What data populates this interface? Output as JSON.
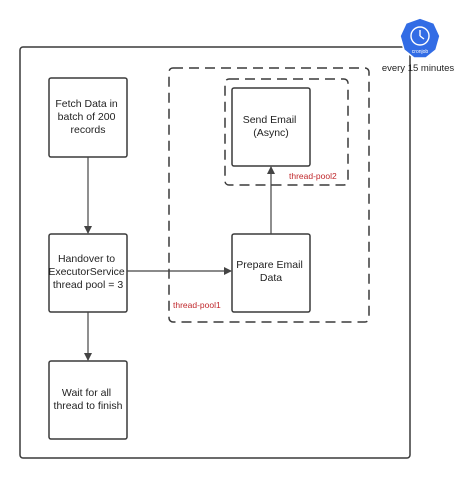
{
  "nodes": {
    "fetch": {
      "lines": [
        "Fetch Data in",
        "batch of 200",
        "records"
      ]
    },
    "handover": {
      "lines": [
        "Handover to",
        "ExecutorService",
        "thread pool = 3"
      ]
    },
    "wait": {
      "lines": [
        "Wait for all",
        "thread to finish"
      ]
    },
    "prepare": {
      "lines": [
        "Prepare Email",
        "Data"
      ]
    },
    "send": {
      "lines": [
        "Send Email",
        "(Async)"
      ]
    }
  },
  "pools": {
    "outer": "thread-pool1",
    "inner": "thread-pool2"
  },
  "schedule": {
    "icon_label": "cronjob",
    "caption": "every 15 minutes"
  },
  "colors": {
    "stroke": "#3a3a3a",
    "pool_label": "#c0282c",
    "cron_badge": "#326ce5"
  },
  "icons": {
    "cron": "kubernetes-cronjob-icon"
  }
}
